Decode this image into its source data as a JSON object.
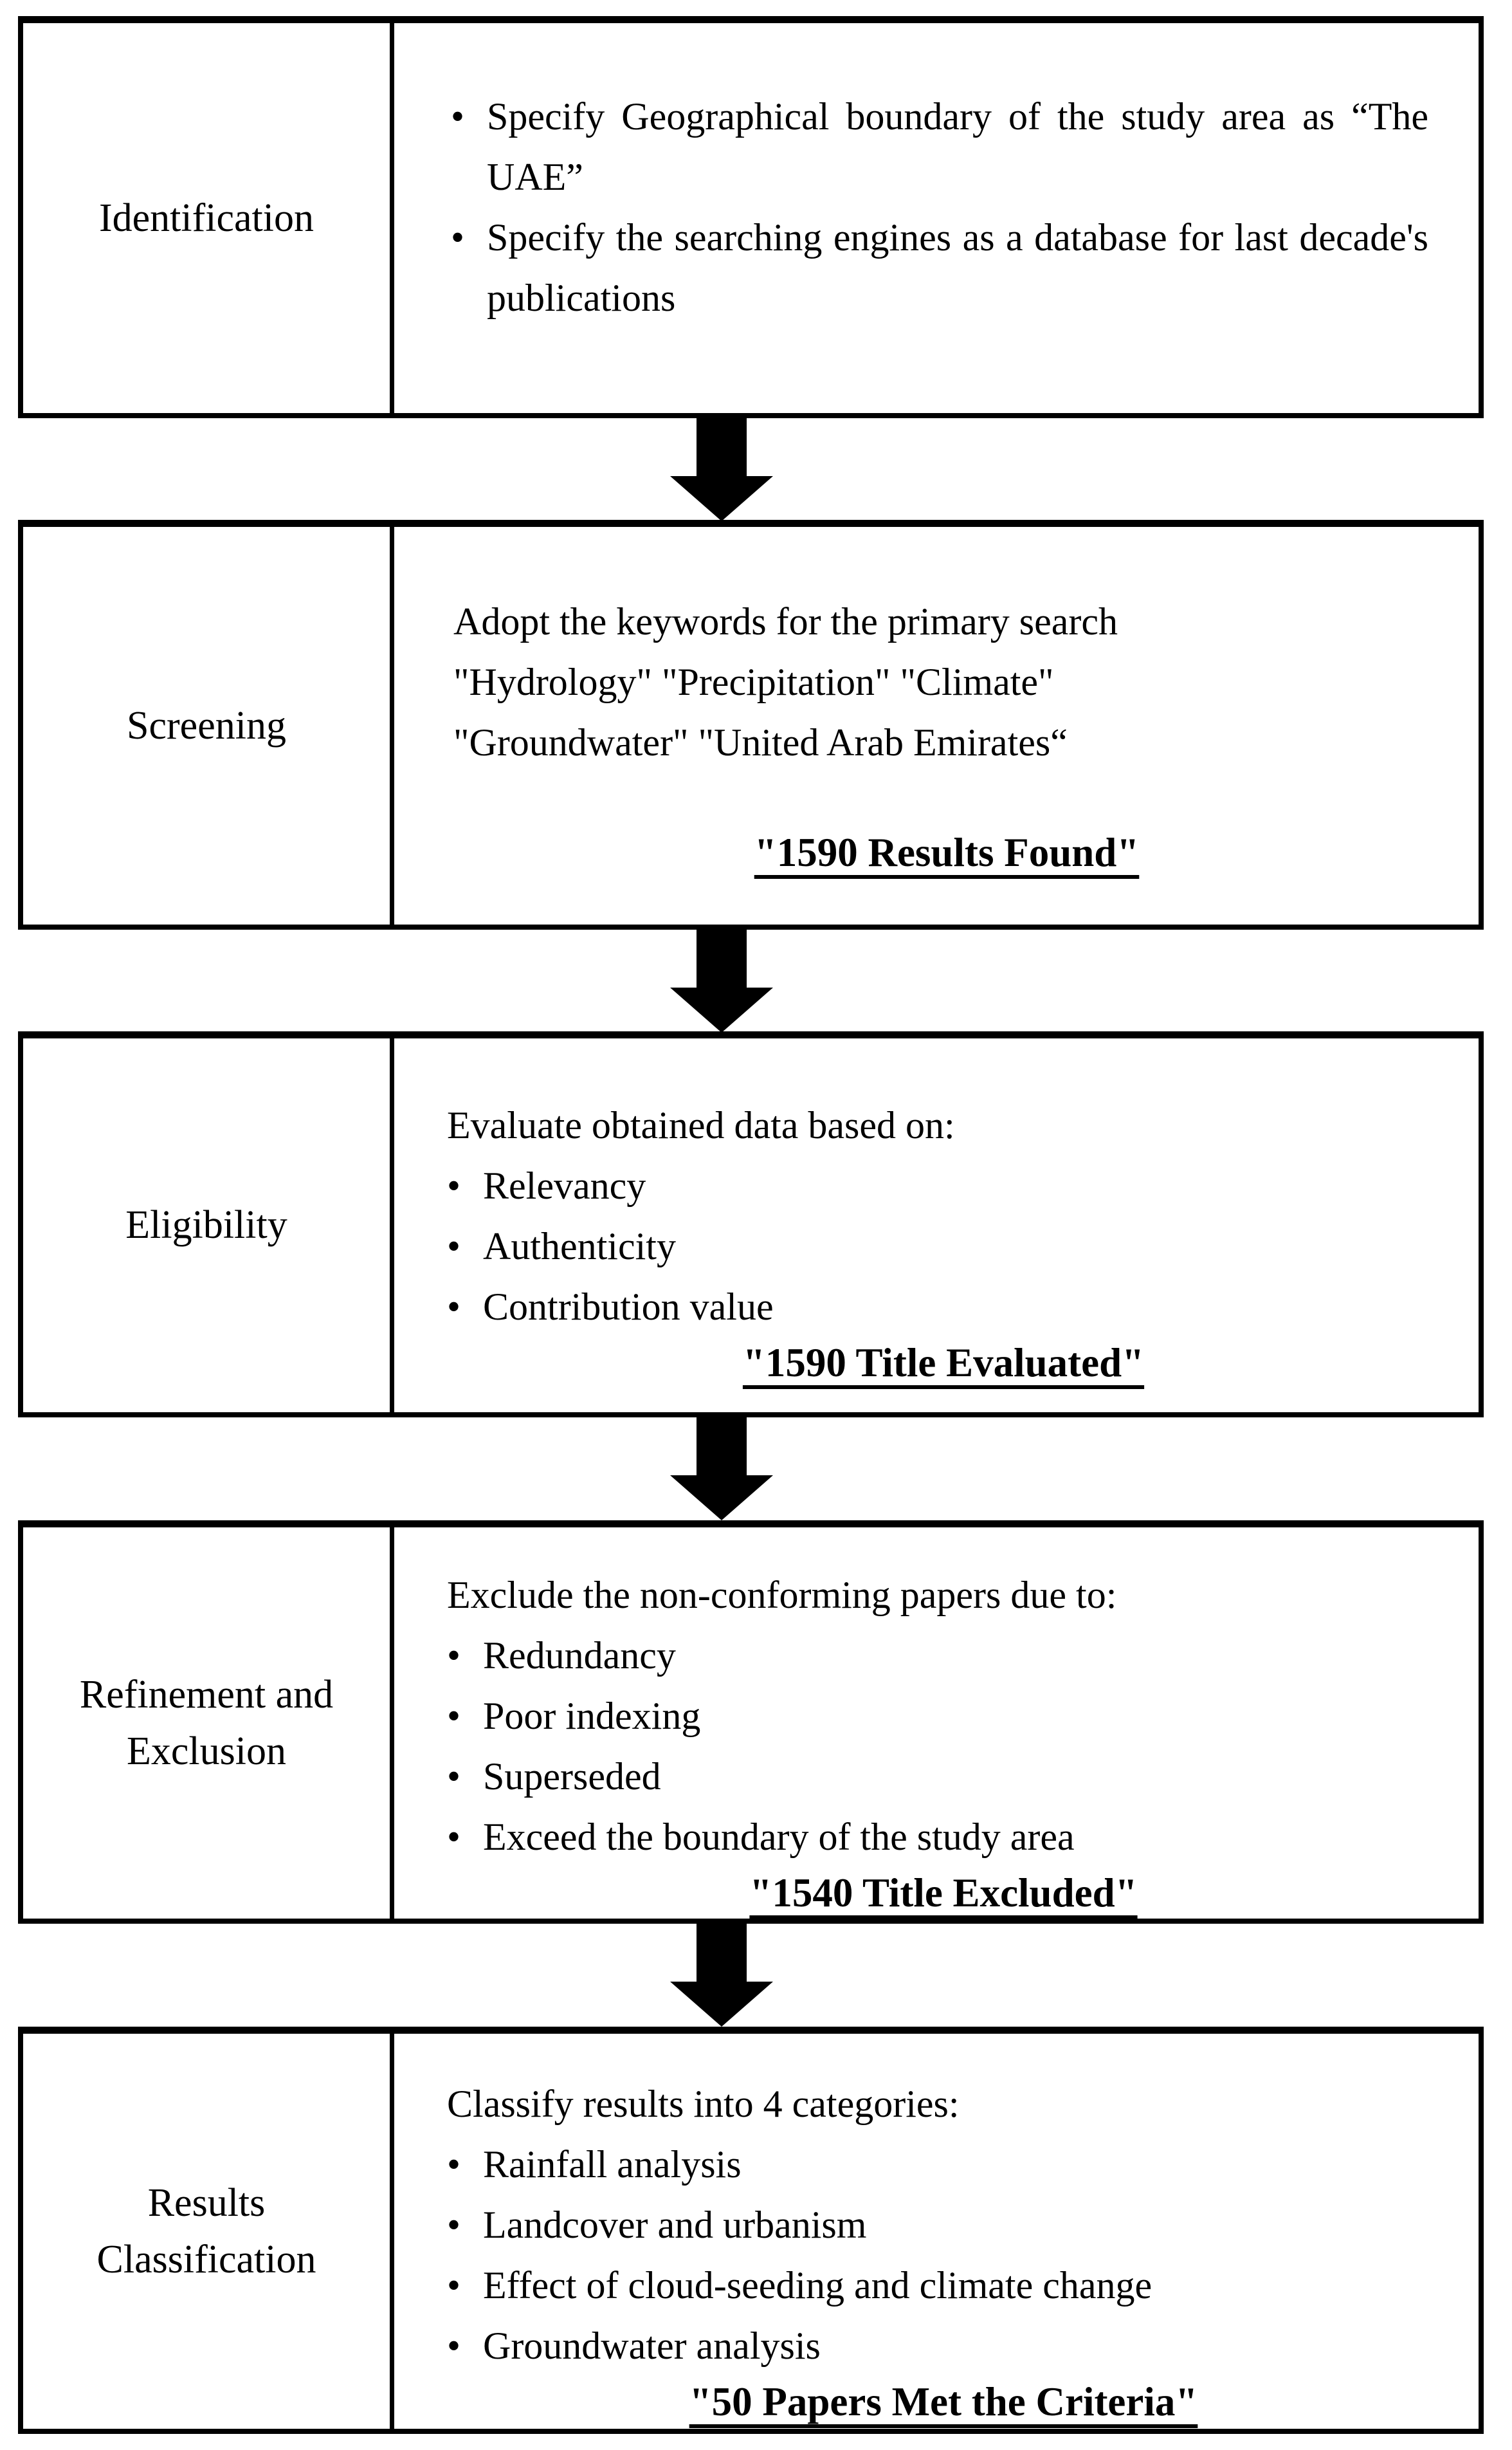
{
  "figure": {
    "stages": [
      {
        "label": "Identification",
        "bullets": [
          "Specify Geographical boundary of the study area as “The UAE”",
          "Specify the searching engines as a database for last decade's publications"
        ]
      },
      {
        "label": "Screening",
        "lines": [
          "Adopt the keywords for the primary search",
          "\"Hydrology\" \"Precipitation\" \"Climate\"",
          "\"Groundwater\" \"United Arab Emirates“"
        ],
        "result": "\"1590 Results Found\""
      },
      {
        "label": "Eligibility",
        "intro": "Evaluate obtained data based on:",
        "bullets": [
          "Relevancy",
          "Authenticity",
          "Contribution value"
        ],
        "result": "\"1590 Title Evaluated\""
      },
      {
        "label": "Refinement and Exclusion",
        "intro": "Exclude the non-conforming papers due to:",
        "bullets": [
          "Redundancy",
          "Poor indexing",
          "Superseded",
          "Exceed the boundary of the study area"
        ],
        "result": "\"1540 Title Excluded\""
      },
      {
        "label": "Results Classification",
        "intro": "Classify results into 4 categories:",
        "bullets": [
          "Rainfall analysis",
          "Landcover and urbanism",
          "Effect of cloud-seeding and climate change",
          "Groundwater analysis"
        ],
        "result": "\"50 Papers Met the Criteria\""
      }
    ]
  }
}
